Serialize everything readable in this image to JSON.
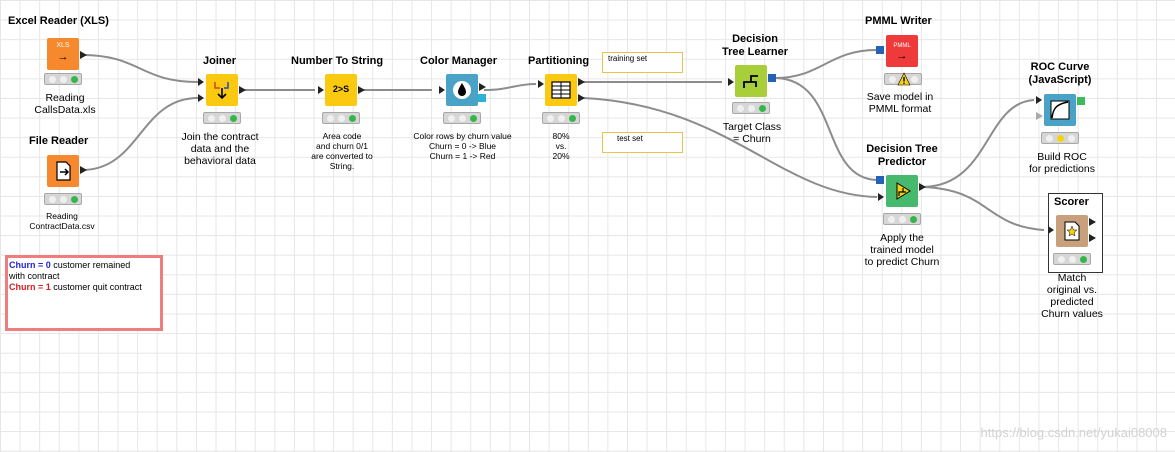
{
  "workflow": {
    "nodes": {
      "excel_reader": {
        "title": "Excel Reader (XLS)",
        "desc": [
          "Reading",
          "CallsData.xls"
        ],
        "icon_text": "XLS",
        "color": "#f6892d",
        "status": [
          "off",
          "off",
          "green"
        ]
      },
      "file_reader": {
        "title": "File Reader",
        "desc": [
          "Reading",
          "ContractData.csv"
        ],
        "color": "#f6892d",
        "status": [
          "off",
          "off",
          "green"
        ]
      },
      "joiner": {
        "title": "Joiner",
        "desc": [
          "Join the contract",
          "data and the",
          "behavioral data"
        ],
        "color": "#fcc911",
        "status": [
          "off",
          "off",
          "green"
        ]
      },
      "number_to_string": {
        "title": "Number To String",
        "desc": [
          "Area code",
          "and churn 0/1",
          "are converted to",
          "String."
        ],
        "icon_text": "2>S",
        "color": "#fcc911",
        "status": [
          "off",
          "off",
          "green"
        ]
      },
      "color_manager": {
        "title": "Color Manager",
        "desc": [
          "Color rows by churn value",
          "Churn = 0 -> Blue",
          "Churn = 1 -> Red"
        ],
        "color": "#4aa3c7",
        "status": [
          "off",
          "off",
          "green"
        ]
      },
      "partitioning": {
        "title": "Partitioning",
        "desc": [
          "80%",
          "vs.",
          "20%"
        ],
        "color": "#fcc911",
        "status": [
          "off",
          "off",
          "green"
        ]
      },
      "dt_learner": {
        "title": [
          "Decision",
          "Tree Learner"
        ],
        "desc": [
          "Target Class",
          "= Churn"
        ],
        "color": "#a8cf3a",
        "status": [
          "off",
          "off",
          "green"
        ]
      },
      "pmml_writer": {
        "title": "PMML Writer",
        "desc": [
          "Save model in",
          "PMML format"
        ],
        "icon_text": "PMML",
        "color": "#ee3a3a",
        "status": [
          "off",
          "yellow-warning",
          "off"
        ]
      },
      "dt_predictor": {
        "title": [
          "Decision Tree",
          "Predictor"
        ],
        "desc": [
          "Apply the",
          "trained model",
          "to predict Churn"
        ],
        "color": "#46b96f",
        "status": [
          "off",
          "off",
          "green"
        ]
      },
      "roc_curve": {
        "title": [
          "ROC Curve",
          "(JavaScript)"
        ],
        "desc": [
          "Build ROC",
          "for predictions"
        ],
        "color": "#4aa3c7",
        "status": [
          "off",
          "yellow",
          "off"
        ]
      },
      "scorer": {
        "title": "Scorer",
        "desc": [
          "Match",
          "original vs.",
          "predicted",
          "Churn values"
        ],
        "color": "#c9a07c",
        "status": [
          "off",
          "off",
          "green"
        ]
      }
    },
    "annotations": {
      "training": "training set",
      "test": "test set"
    },
    "legend": {
      "line1_key": "Churn = 0",
      "line1_text": " customer remained",
      "line2_text": "with contract",
      "line3_key": "Churn = 1",
      "line3_text": " customer quit contract",
      "key0_color": "#1f1fd6",
      "key1_color": "#d62020"
    },
    "watermark": "https://blog.csdn.net/yukai08008"
  }
}
